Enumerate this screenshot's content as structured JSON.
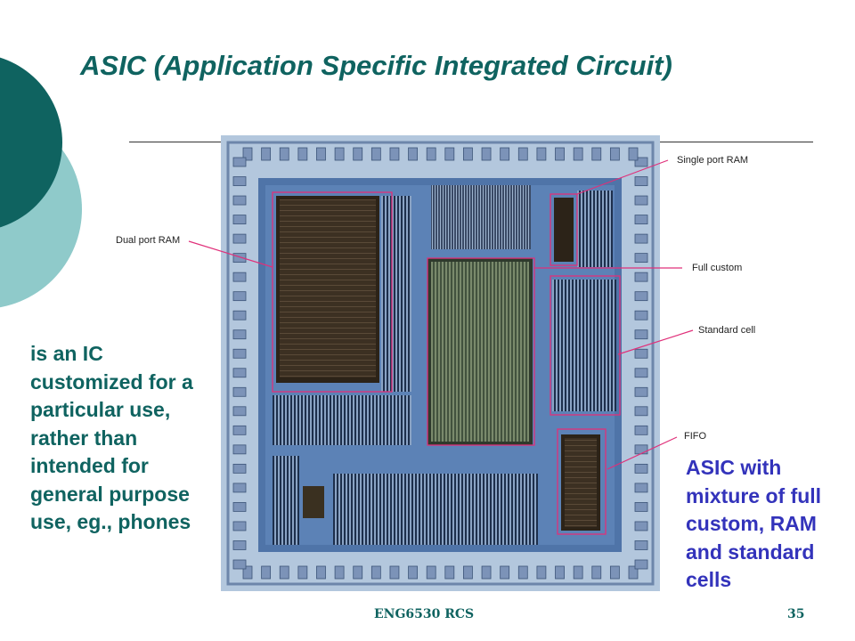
{
  "slide": {
    "title": "ASIC (Application Specific Integrated Circuit)",
    "left_text": "is an IC customized for a particular use, rather than intended for general purpose use, eg., phones",
    "right_text": "ASIC with mixture of full custom, RAM and standard cells",
    "footer_left": "ENG6530 RCS",
    "page_number": "35"
  },
  "labels": {
    "single_port_ram": "Single port RAM",
    "dual_port_ram": "Dual port RAM",
    "full_custom": "Full custom",
    "standard_cell": "Standard cell",
    "fifo": "FIFO"
  },
  "colors": {
    "teal_dark": "#0f6360",
    "teal_light": "#8fcaca",
    "blue_text": "#3333bb",
    "highlight": "#e0307a",
    "die_bg": "#b3c7dd"
  }
}
